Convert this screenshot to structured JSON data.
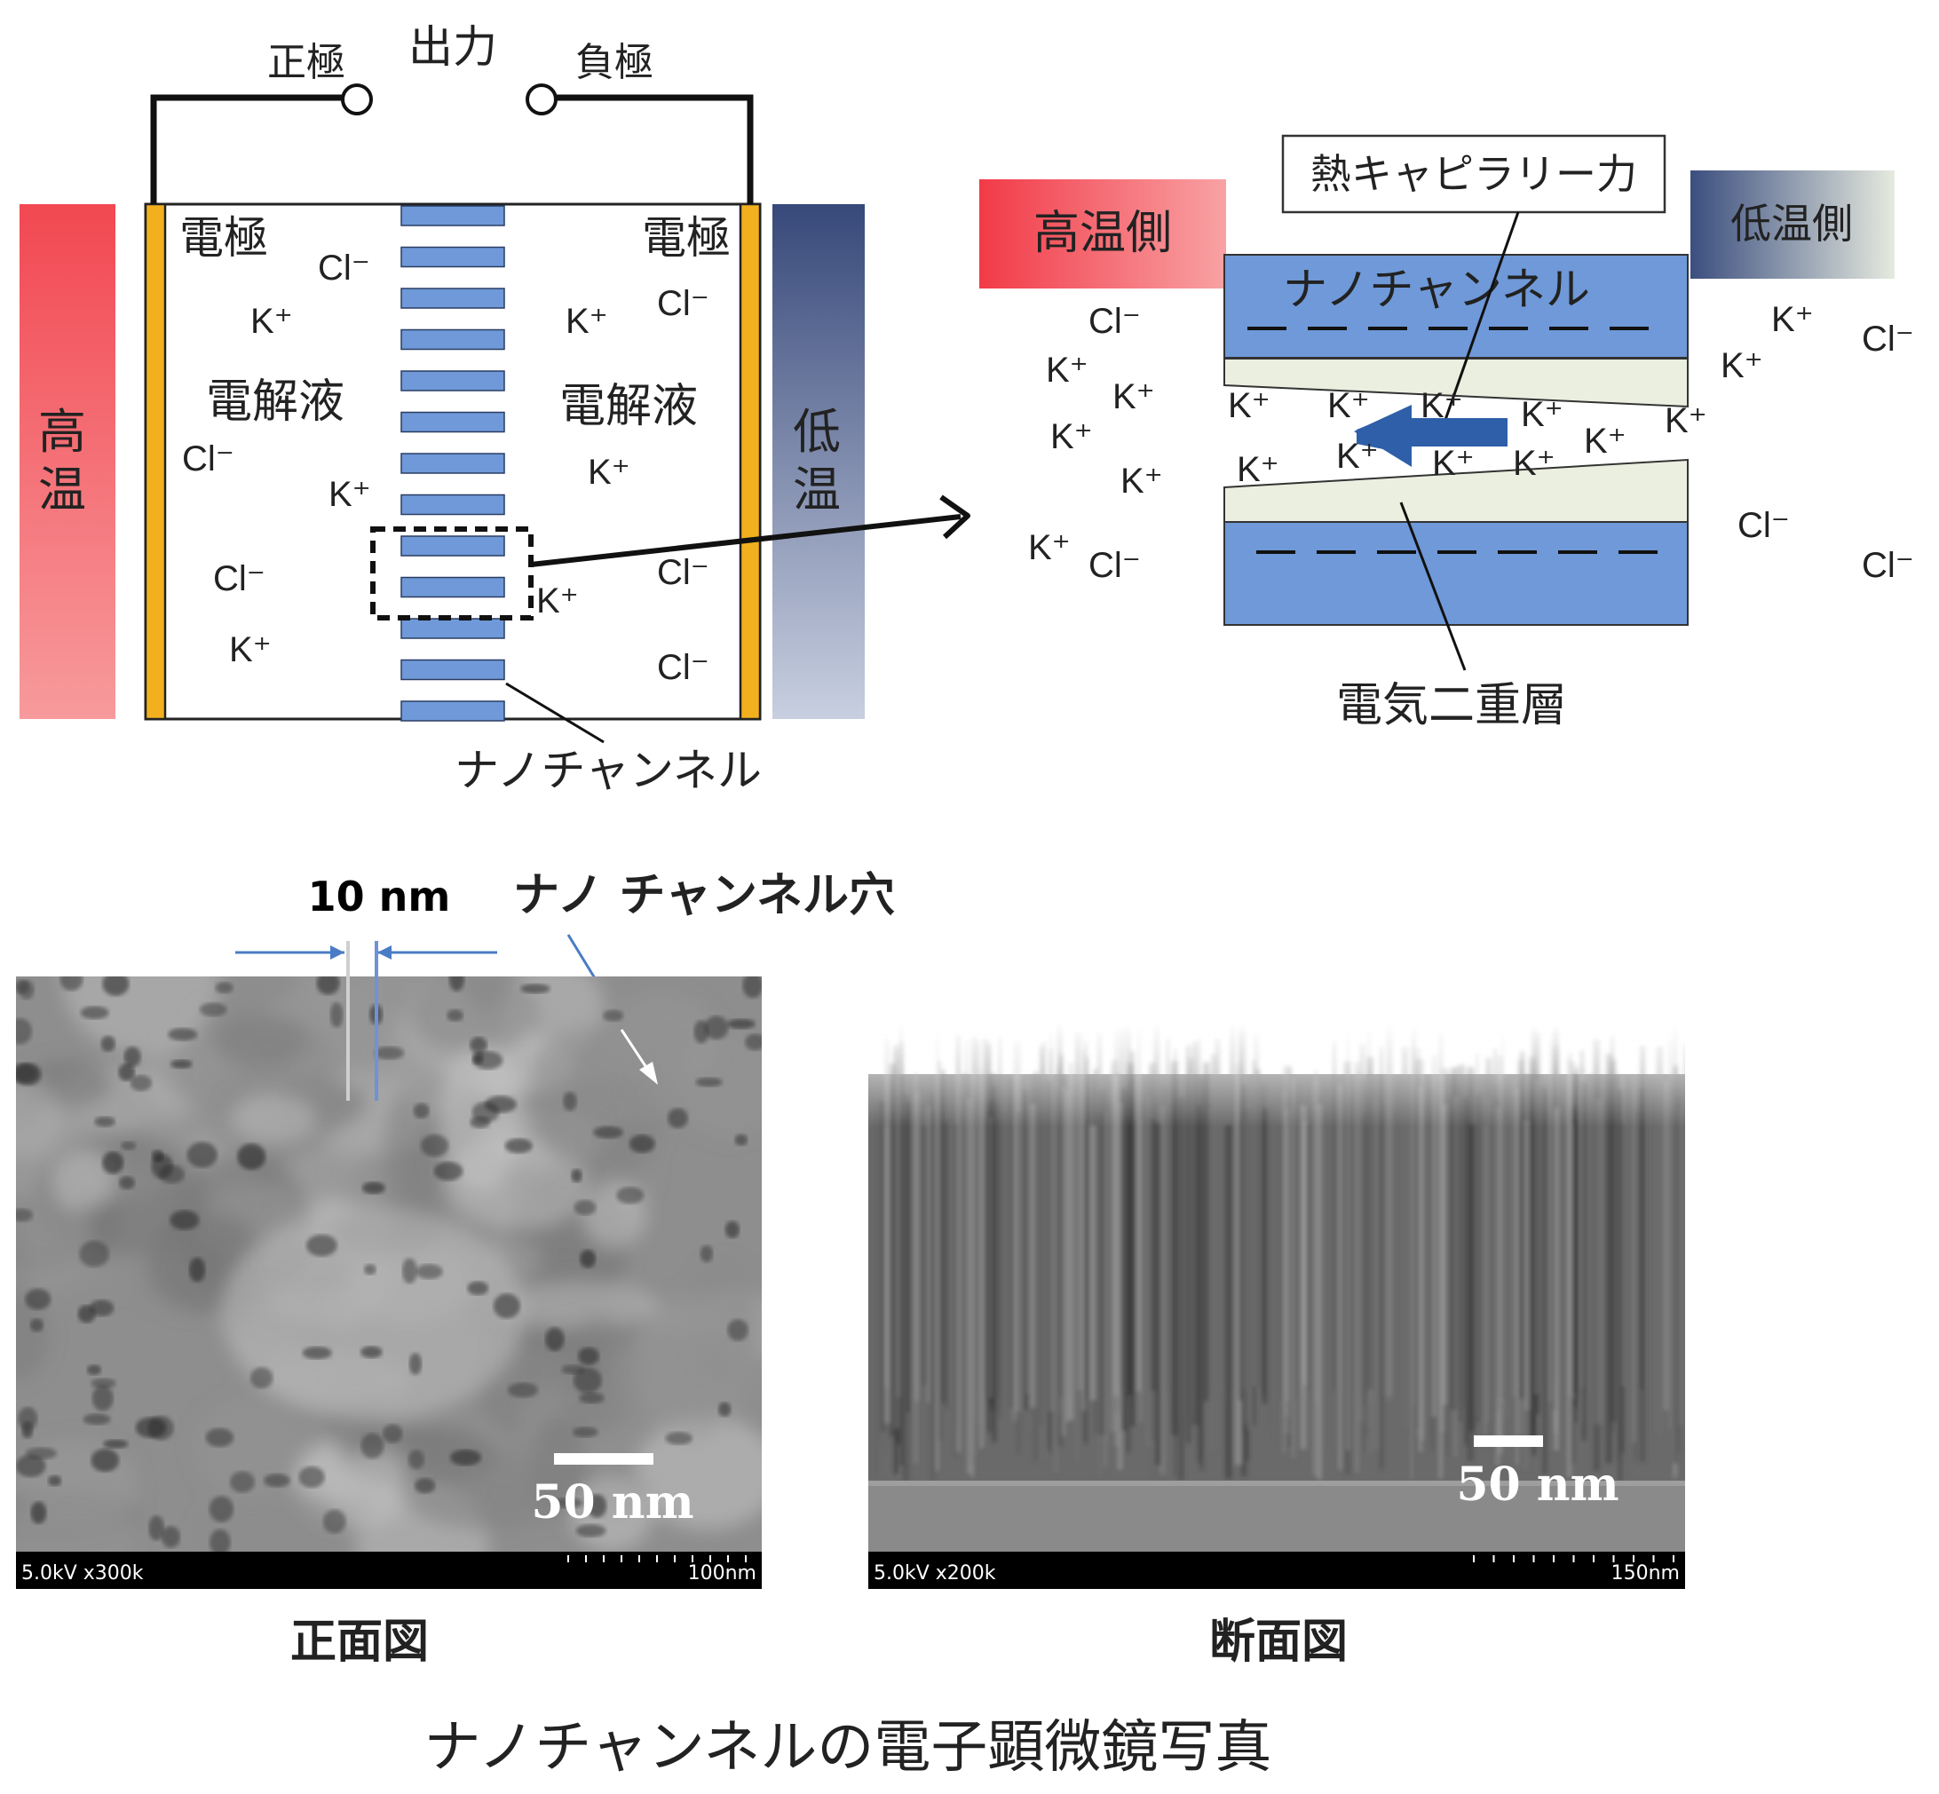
{
  "top_left": {
    "output_label": "出力",
    "positive_terminal": "正極",
    "negative_terminal": "負極",
    "electrode_left": "電極",
    "electrode_right": "電極",
    "electrolyte_left": "電解液",
    "electrolyte_right": "電解液",
    "hot_side": "高温",
    "cold_side": "低温",
    "nanochannel": "ナノチャンネル",
    "ions_left": [
      "Cl⁻",
      "K⁺",
      "Cl⁻",
      "K⁺",
      "Cl⁻",
      "K⁺"
    ],
    "ions_right": [
      "K⁺",
      "Cl⁻",
      "K⁺",
      "K⁺",
      "Cl⁻",
      "Cl⁻"
    ]
  },
  "top_right": {
    "hot_side": "高温側",
    "cold_side": "低温側",
    "nanochannel": "ナノチャンネル",
    "thermal_capillary_force": "熱キャピラリー力",
    "electric_double_layer": "電気二重層",
    "ions_left": [
      "Cl⁻",
      "K⁺",
      "K⁺",
      "K⁺",
      "K⁺",
      "K⁺",
      "Cl⁻"
    ],
    "ions_inside": [
      "K⁺",
      "K⁺",
      "K⁺",
      "K⁺",
      "K⁺",
      "K⁺",
      "K⁺",
      "K⁺",
      "K⁺"
    ],
    "ions_right": [
      "K⁺",
      "Cl⁻",
      "K⁺",
      "K⁺",
      "Cl⁻",
      "Cl⁻"
    ]
  },
  "micrographs": {
    "pore_size": "10 nm",
    "pore_label": "ナノ チャンネル穴",
    "front": {
      "caption": "正面図",
      "scale_bar": "50 nm",
      "info_left": "5.0kV x300k",
      "info_right": "100nm"
    },
    "cross": {
      "caption": "断面図",
      "scale_bar": "50 nm",
      "info_left": "5.0kV x200k",
      "info_right": "150nm"
    },
    "main_caption": "ナノチャンネルの電子顕微鏡写真"
  },
  "colors": {
    "hot": "#f04a50",
    "cold": "#3a4f7e",
    "electrode": "#f2b01e",
    "channel": "#6f99d8",
    "double_layer": "#eaefdf",
    "arrow": "#2e5fa8"
  }
}
